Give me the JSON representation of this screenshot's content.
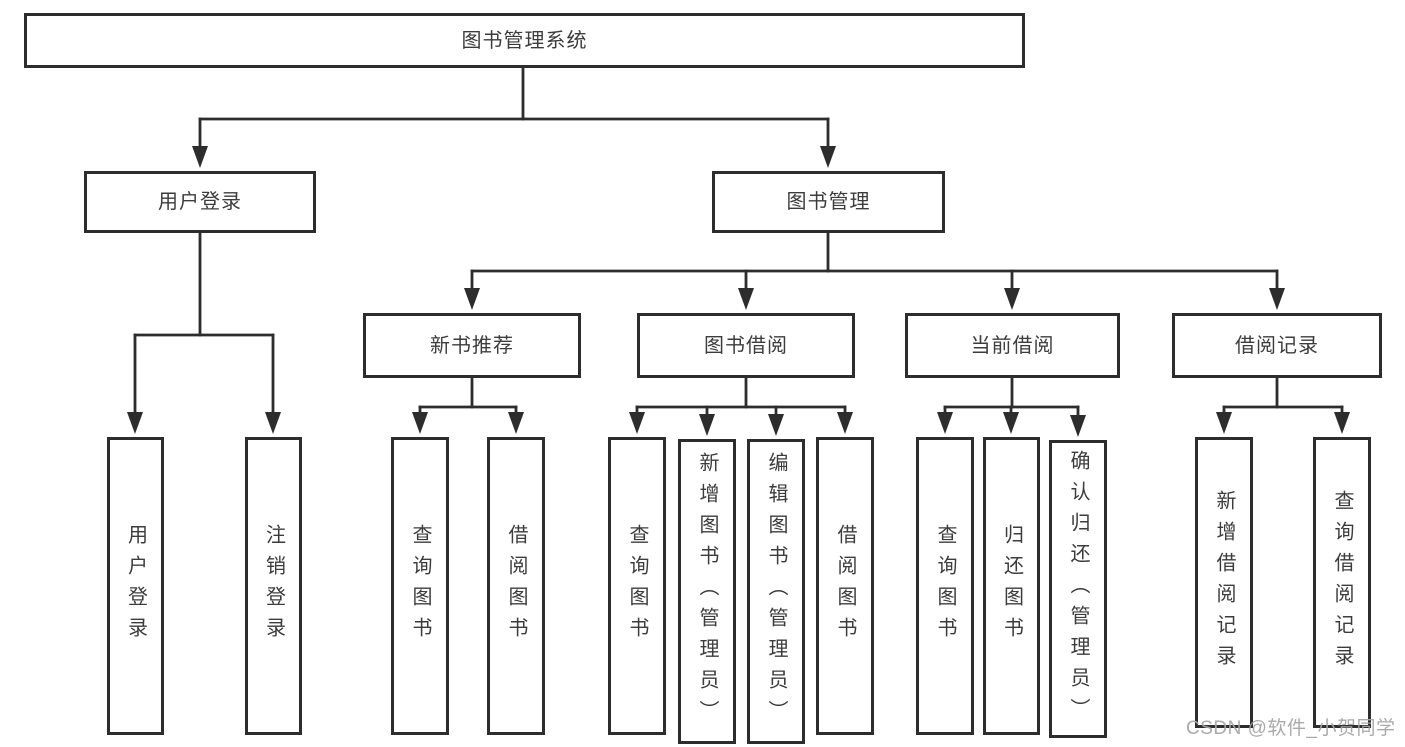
{
  "diagram": {
    "line_color": "#2d2d2d",
    "text_color": "#3c3c3c",
    "background": "#ffffff",
    "nodes": {
      "root": {
        "label": "图书管理系统"
      },
      "user_login": {
        "label": "用户登录"
      },
      "book_mgmt": {
        "label": "图书管理"
      },
      "user_login_v": {
        "label": "用户登录"
      },
      "logout_v": {
        "label": "注销登录"
      },
      "new_book_rec": {
        "label": "新书推荐"
      },
      "book_borrow": {
        "label": "图书借阅"
      },
      "current_borrow": {
        "label": "当前借阅"
      },
      "borrow_record": {
        "label": "借阅记录"
      },
      "rec_query_book": {
        "label": "查询图书"
      },
      "rec_borrow_book": {
        "label": "借阅图书"
      },
      "bb_query_book": {
        "label": "查询图书"
      },
      "bb_add_book": {
        "label": "新增图书（管理员）"
      },
      "bb_edit_book": {
        "label": "编辑图书（管理员）"
      },
      "bb_borrow_book": {
        "label": "借阅图书"
      },
      "cb_query_book": {
        "label": "查询图书"
      },
      "cb_return_book": {
        "label": "归还图书"
      },
      "cb_confirm_return": {
        "label": "确认归还（管理员）"
      },
      "br_add_record": {
        "label": "新增借阅记录"
      },
      "br_query_record": {
        "label": "查询借阅记录"
      }
    },
    "edges": [
      [
        "root",
        "user_login"
      ],
      [
        "root",
        "book_mgmt"
      ],
      [
        "user_login",
        "user_login_v"
      ],
      [
        "user_login",
        "logout_v"
      ],
      [
        "book_mgmt",
        "new_book_rec"
      ],
      [
        "book_mgmt",
        "book_borrow"
      ],
      [
        "book_mgmt",
        "current_borrow"
      ],
      [
        "book_mgmt",
        "borrow_record"
      ],
      [
        "new_book_rec",
        "rec_query_book"
      ],
      [
        "new_book_rec",
        "rec_borrow_book"
      ],
      [
        "book_borrow",
        "bb_query_book"
      ],
      [
        "book_borrow",
        "bb_add_book"
      ],
      [
        "book_borrow",
        "bb_edit_book"
      ],
      [
        "book_borrow",
        "bb_borrow_book"
      ],
      [
        "current_borrow",
        "cb_query_book"
      ],
      [
        "current_borrow",
        "cb_return_book"
      ],
      [
        "current_borrow",
        "cb_confirm_return"
      ],
      [
        "borrow_record",
        "br_add_record"
      ],
      [
        "borrow_record",
        "br_query_record"
      ]
    ]
  },
  "watermark": "CSDN @软件_小贺同学"
}
